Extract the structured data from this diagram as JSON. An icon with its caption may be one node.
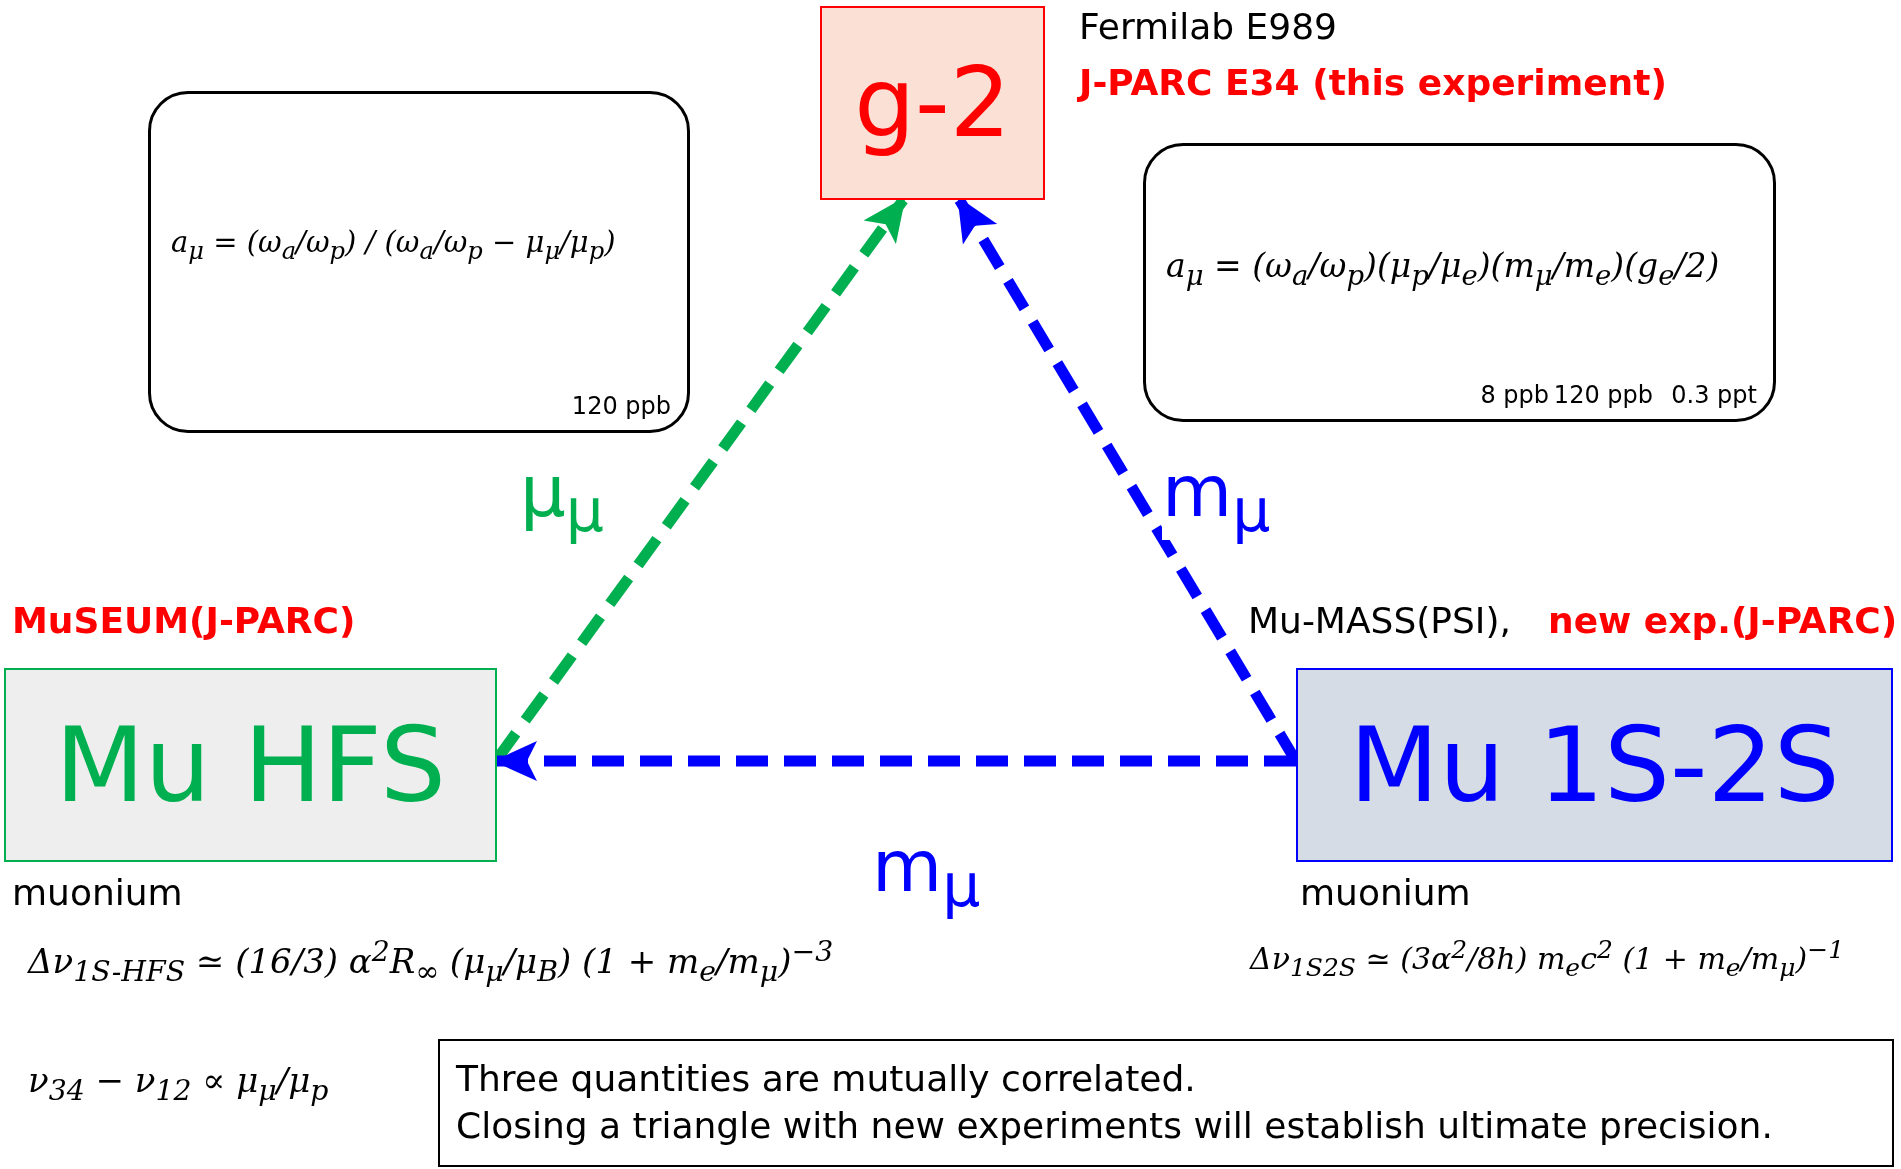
{
  "diagram": {
    "nodes": [
      {
        "text": [
          "g-2"
        ],
        "beside": [
          "Fermilab E989",
          "J-PARC E34 (this experiment)"
        ]
      },
      {
        "text": [
          "Mu HFS"
        ],
        "beside": [
          "MuSEUM(J-PARC)"
        ]
      },
      {
        "text": [
          "Mu 1S-2S"
        ],
        "beside": [
          "Mu-MASS(PSI),",
          "new exp.(J-PARC)"
        ]
      },
      {
        "text": [
          "a$_{μ}$ = (ω$_{a}$/ω$_{p}$) / (ω$_{a}$/ω$_{p}$ − μ$_{μ}$/μ$_{p}$)",
          "120 ppb"
        ]
      },
      {
        "text": [
          "a$_{μ}$ = (ω$_{a}$/ω$_{p}$)(μ$_{p}$/μ$_{e}$)(m$_{μ}$/m$_{e}$)(g$_{e}$/2)",
          "8 ppb",
          "120 ppb",
          "0.3 ppt"
        ]
      },
      {
        "text": [
          "Three quantities are mutually correlated.",
          "Closing a triangle with new experiments will establish ultimate precision."
        ]
      }
    ],
    "edges": [
      {
        "from": 1,
        "to": 0,
        "arrow": "to",
        "label": "μ$_{μ}$",
        "style": "dashed",
        "color": "#00b050"
      },
      {
        "from": 2,
        "to": 0,
        "arrow": "to",
        "label": "m$_{μ}$",
        "style": "dashed"
      },
      {
        "from": 2,
        "to": 1,
        "arrow": "to",
        "label": "m$_{μ}$",
        "style": "dashed"
      }
    ],
    "labels": [
      "muonium",
      "Δν$_{1S-HFS}$ ≃ (16/3) α$^{2}$R$_{∞}$ (μ$_{μ}$/μ$_{B}$) (1 + m$_{e}$/m$_{μ}$)$^{−3}$",
      "ν$_{34}$ − ν$_{12}$ ∝ μ$_{μ}$/μ$_{p}$",
      "muonium",
      "Δν$_{1S2S}$ ≃ (3α$^{2}$/8h) m$_{e}$c$^{2}$ (1 + m$_{e}$/m$_{μ}$)$^{−1}$"
    ]
  }
}
